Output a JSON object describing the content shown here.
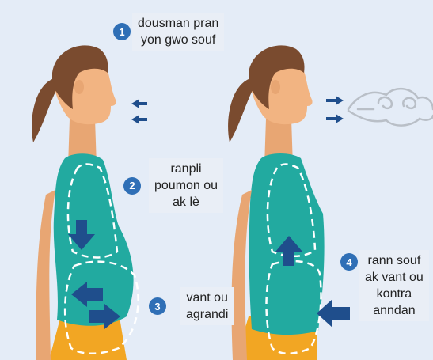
{
  "steps": [
    {
      "number": "1",
      "lines": [
        "dousman pran",
        "yon gwo souf"
      ]
    },
    {
      "number": "2",
      "lines": [
        "ranpli",
        "poumon ou",
        "ak lè"
      ]
    },
    {
      "number": "3",
      "lines": [
        "vant ou",
        "agrandi"
      ]
    },
    {
      "number": "4",
      "lines": [
        "rann souf",
        "ak vant ou",
        "kontra",
        "anndan"
      ]
    }
  ],
  "colors": {
    "background": "#e4ecf7",
    "skin": "#f2b482",
    "hair": "#7a4b2f",
    "shirt": "#22aaa0",
    "pants": "#f2a623",
    "arrow": "#1f4e8c",
    "badge": "#2f6fb6",
    "breath_cloud": "#b9bfc7"
  },
  "icons": [
    "inhale-arrows",
    "exhale-arrows",
    "breath-cloud",
    "lung-outline",
    "belly-outline",
    "down-arrow",
    "up-arrow",
    "expand-arrows",
    "contract-arrow"
  ]
}
